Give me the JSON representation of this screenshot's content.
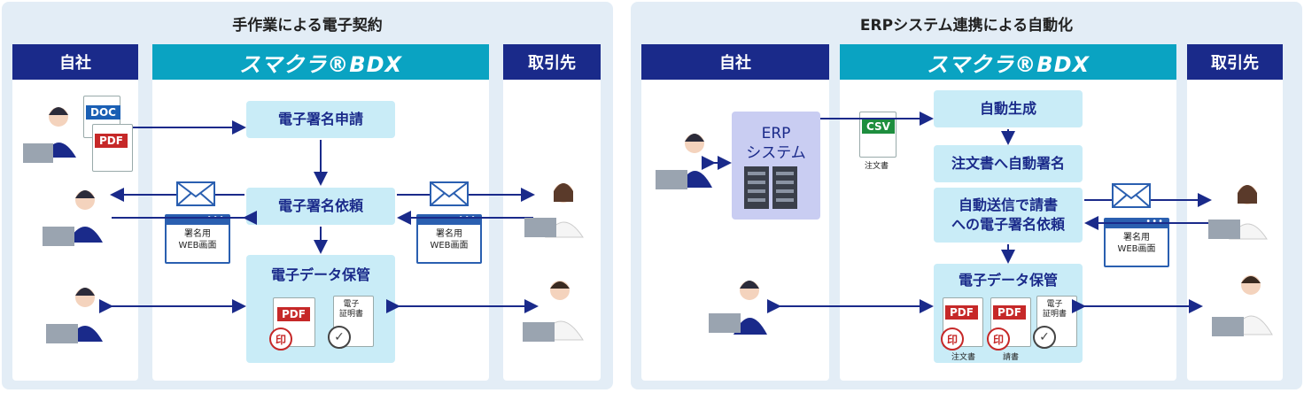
{
  "left": {
    "title": "手作業による電子契約",
    "col_self": "自社",
    "col_service": "スマクラ®BDX",
    "col_partner": "取引先",
    "step1": "電子署名申請",
    "step2": "電子署名依頼",
    "step3": "電子データ保管",
    "doc_tag": "DOC",
    "pdf_tag": "PDF",
    "web_label_1": "署名用",
    "web_label_2": "WEB画面",
    "stamp": "印",
    "cert": "電子\n証明書"
  },
  "right": {
    "title": "ERPシステム連携による自動化",
    "col_self": "自社",
    "col_service": "スマクラ®BDX",
    "col_partner": "取引先",
    "erp_1": "ERP",
    "erp_2": "システム",
    "csv_tag": "CSV",
    "csv_caption": "注文書",
    "step1": "自動生成",
    "step2": "注文書へ自動署名",
    "step3_1": "自動送信で請書",
    "step3_2": "への電子署名依頼",
    "step4": "電子データ保管",
    "pdf_tag": "PDF",
    "stamp": "印",
    "doc_caption_1": "注文書",
    "doc_caption_2": "請書",
    "web_label_1": "署名用",
    "web_label_2": "WEB画面",
    "cert": "電子\n証明書"
  },
  "colors": {
    "navy": "#1a2a8a",
    "teal": "#0aa3c2",
    "light_box": "#c9ecf7",
    "panel_bg": "#e3edf6"
  }
}
